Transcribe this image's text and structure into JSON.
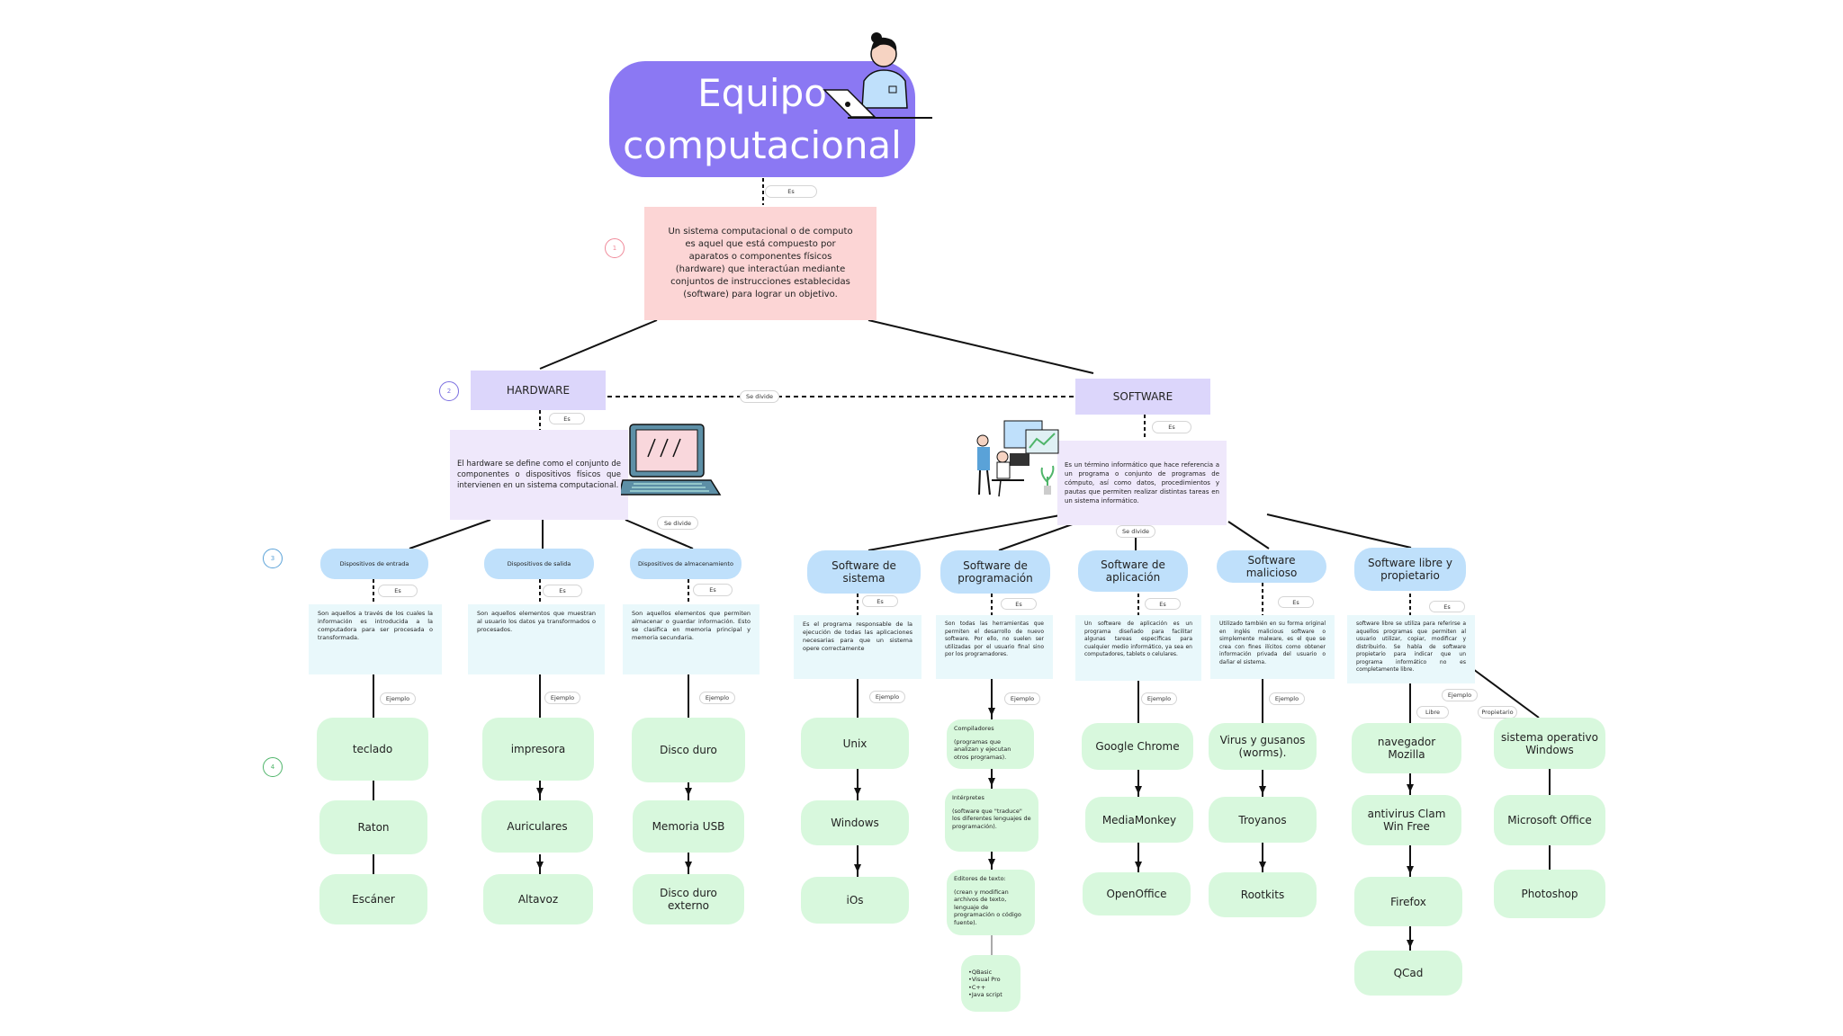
{
  "title": "Equipo computacional",
  "definition": "Un sistema computacional o de computo es aquel que está compuesto por aparatos o componentes físicos (hardware) que interactúan mediante conjuntos de instrucciones establecidas (software) para lograr un objetivo.",
  "labels": {
    "es": "Es",
    "se_divide": "Se divide",
    "ejemplo": "Ejemplo",
    "libre": "Libre",
    "propietario": "Propietario"
  },
  "levels": [
    "1",
    "2",
    "3",
    "4"
  ],
  "hardware": {
    "title": "HARDWARE",
    "definition": "El hardware se define como el conjunto de componentes o dispositivos físicos que intervienen en un sistema computacional.",
    "categories": [
      {
        "name": "Dispositivos de entrada",
        "desc": "Son aquellos a través de los cuales la información es introducida a la computadora para ser procesada o transformada.",
        "examples": [
          "teclado",
          "Raton",
          "Escáner"
        ]
      },
      {
        "name": "Dispositivos de salida",
        "desc": "Son aquellos elementos que muestran al usuario los datos ya transformados o procesados.",
        "examples": [
          "impresora",
          "Auriculares",
          "Altavoz"
        ]
      },
      {
        "name": "Dispositivos de almacenamiento",
        "desc": "Son aquellos elementos que permiten almacenar o guardar información. Esto se clasifica en memoria principal y memoria secundaria.",
        "examples": [
          "Disco duro",
          "Memoria USB",
          "Disco duro externo"
        ]
      }
    ]
  },
  "software": {
    "title": "SOFTWARE",
    "definition": "Es un término informático que hace referencia a un programa o conjunto de programas de cómputo, así como datos, procedimientos y pautas que permiten realizar distintas tareas en un sistema informático.",
    "categories": [
      {
        "name": "Software de sistema",
        "desc": "Es el programa responsable de la ejecución de todas las aplicaciones necesarias para que un sistema opere correctamente",
        "examples": [
          "Unix",
          "Windows",
          "iOs"
        ]
      },
      {
        "name": "Software de programación",
        "desc": "Son todas las herramientas que permiten el desarrollo de nuevo software. Por ello, no suelen ser utilizadas por el usuario final sino por los programadores.",
        "examples": [
          {
            "title": "Compiladores",
            "text": "(programas que analizan y ejecutan otros programas)."
          },
          {
            "title": "Intérpretes",
            "text": "(software que \"traduce\" los diferentes lenguajes de programación)."
          },
          {
            "title": "Editores de texto:",
            "text": "(crean y modifican archivos de texto, lenguaje de programación o código fuente)."
          },
          {
            "title": "",
            "text": "•QBasic\n•Visual Pro\n•C++\n•Java script"
          }
        ]
      },
      {
        "name": "Software de aplicación",
        "desc": "Un software de aplicación es un programa diseñado para facilitar algunas tareas específicas para cualquier medio informático, ya sea en computadores, tablets o celulares.",
        "examples": [
          "Google Chrome",
          "MediaMonkey",
          "OpenOffice"
        ]
      },
      {
        "name": "Software malicioso",
        "desc": "Utilizado también en su forma original en inglés malicious software o simplemente malware, es el que se crea con fines ilícitos como obtener información privada del usuario o dañar el sistema.",
        "examples": [
          "Virus y gusanos (worms).",
          "Troyanos",
          "Rootkits"
        ]
      },
      {
        "name": "Software libre y propietario",
        "desc": "software libre se utiliza para referirse a aquellos programas que permiten al usuario utilizar, copiar, modificar y distribuirlo. Se habla de software propietario para indicar que un programa informático no es completamente libre.",
        "libre": [
          "navegador Mozilla",
          "antivirus Clam Win Free",
          "Firefox",
          "QCad"
        ],
        "propietario": [
          "sistema operativo Windows",
          "Microsoft Office",
          "Photoshop"
        ]
      }
    ]
  },
  "colors": {
    "title": "#8b78f3",
    "definition": "#fcd5d5",
    "branch": "#dcd6fb",
    "category": "#bfe0fb",
    "example": "#d8f8dd",
    "level1": "#f08a9a",
    "level2": "#7b6fe0",
    "level3": "#5aa2d8",
    "level4": "#4fb56a"
  }
}
